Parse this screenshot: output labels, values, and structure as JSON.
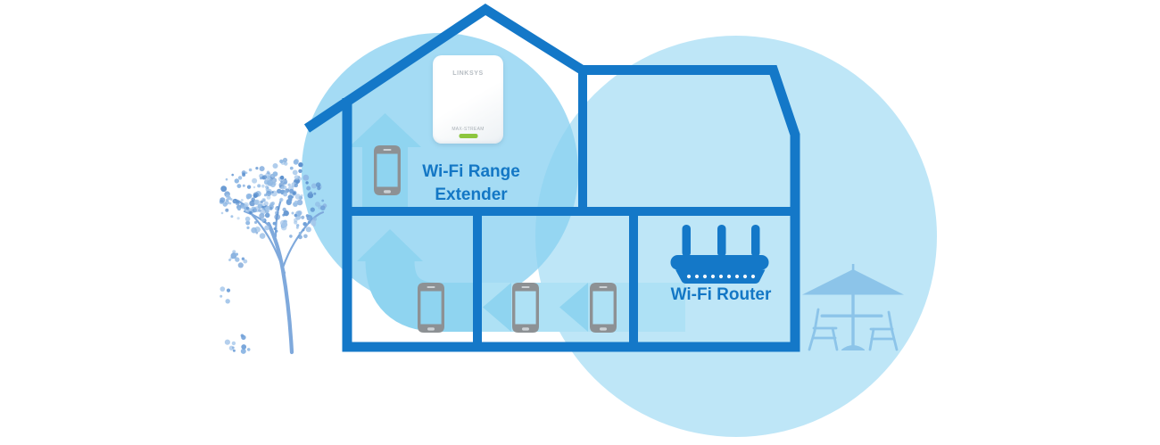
{
  "labels": {
    "extender_line1": "Wi-Fi Range",
    "extender_line2": "Extender",
    "router": "Wi-Fi Router"
  },
  "extender_device": {
    "brand": "LINKSYS",
    "model": "MAX-STREAM"
  },
  "icons": {
    "smartphone": "gray rounded-rect phone glyph with speaker slit and home button",
    "wifi_router": "blue router body with 3 antennas and white LED dots",
    "up_arrow": "cyan block arrow pointing up toward extender",
    "left_chevron": "cyan chevrons pointing left along signal band",
    "elbow_arrow": "cyan band turning from horizontal up toward second floor",
    "tree": "scattered-leaf blue tree silhouette",
    "patio_set": "blue umbrella with pedestal table and two chairs"
  },
  "colors": {
    "outline": "#1478C8",
    "label_text": "#1377C5",
    "signal_arrow": "#8FD4F0",
    "signal_band": "#AEE1F5",
    "coverage_left": "rgba(90,190,235,0.55)",
    "coverage_right": "rgba(137,209,240,0.55)",
    "tree": "#7FA9DC",
    "furniture": "#8CC4E9",
    "phone_gray": "#8D9194",
    "led_green": "#8DC63F",
    "device_brand_gray": "#B6BCC2"
  }
}
